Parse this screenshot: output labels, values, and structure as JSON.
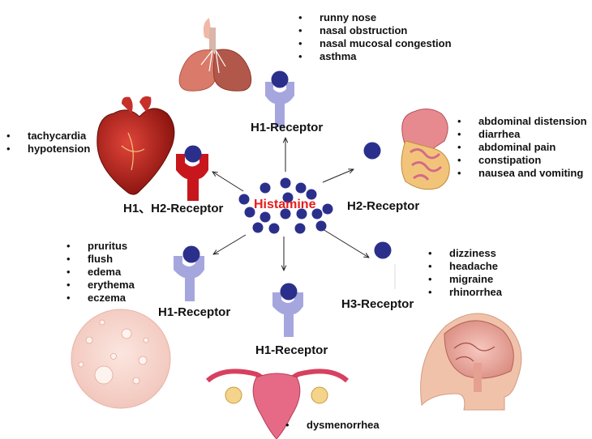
{
  "center_label": "Histamine",
  "receptors": {
    "top": "H1-Receptor",
    "left": "H1、H2-Receptor",
    "right": "H2-Receptor",
    "lower_left": "H1-Receptor",
    "bottom": "H1-Receptor",
    "lower_right": "H3-Receptor"
  },
  "symptoms": {
    "respiratory": [
      "runny nose",
      "nasal obstruction",
      "nasal mucosal congestion",
      "asthma"
    ],
    "cardiovascular": [
      "tachycardia",
      "hypotension"
    ],
    "digestive": [
      "abdominal distension",
      "diarrhea",
      "abdominal pain",
      "constipation",
      "nausea and vomiting"
    ],
    "skin": [
      "pruritus",
      "flush",
      "edema",
      "erythema",
      "eczema"
    ],
    "neurological": [
      "dizziness",
      "headache",
      "migraine",
      "rhinorrhea"
    ],
    "reproductive": [
      "dysmenorrhea"
    ]
  },
  "colors": {
    "histamine_dot": "#2b2f8c",
    "h1_receptor": "#a6a6de",
    "h1h2_receptor": "#c8161d",
    "center_text": "#e81c1c"
  },
  "icons": [
    "lungs-icon",
    "heart-icon",
    "digestive-system-icon",
    "skin-icon",
    "brain-icon",
    "uterus-icon"
  ]
}
